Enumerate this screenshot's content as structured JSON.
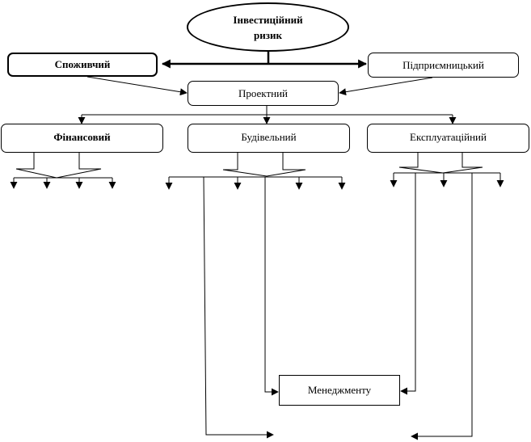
{
  "diagram": {
    "root": "Інвестиційний ризик",
    "consumer": "Споживчий",
    "entrepreneurial": "Підприємницький",
    "project": "Проектний",
    "financial": "Фінансовий",
    "construction": "Будівельний",
    "operational": "Експлуатаційний",
    "management": "Менеджменту"
  }
}
